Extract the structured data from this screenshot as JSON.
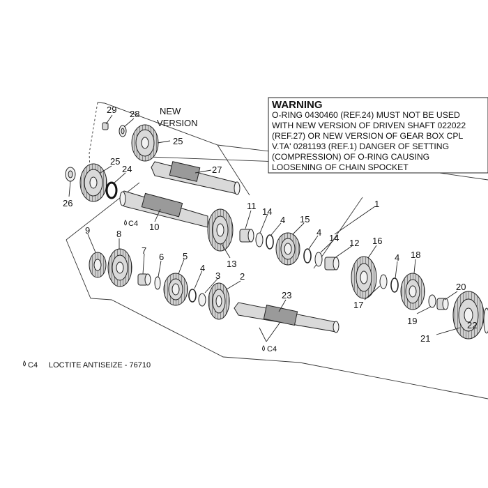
{
  "warning": {
    "title": "WARNING",
    "lines": [
      "O-RING 0430460 (REF.24) MUST NOT BE USED",
      "WITH NEW VERSION OF DRIVEN SHAFT 022022",
      "(REF.27) OR NEW VERSION OF GEAR BOX CPL",
      "V.TA' 0281193 (REF.1) DANGER OF SETTING",
      "(COMPRESSION) OF O-RING CAUSING",
      "LOOSENING OF CHAIN SPOCKET"
    ]
  },
  "new_version": {
    "line1": "NEW",
    "line2": "VERSION"
  },
  "legend": {
    "code": "C4",
    "text": "LOCTITE ANTISEIZE - 76710"
  },
  "shaft_labels": {
    "shaft10_code": "C4",
    "shaft23_code": "C4"
  },
  "callouts": {
    "c1": "1",
    "c2": "2",
    "c3": "3",
    "c4a": "4",
    "c4b": "4",
    "c4c": "4",
    "c4d": "4",
    "c5": "5",
    "c6": "6",
    "c7": "7",
    "c8": "8",
    "c9": "9",
    "c10": "10",
    "c11": "11",
    "c12": "12",
    "c13": "13",
    "c14a": "14",
    "c14b": "14",
    "c15": "15",
    "c16": "16",
    "c17": "17",
    "c18": "18",
    "c19": "19",
    "c20": "20",
    "c21": "21",
    "c22": "22",
    "c23": "23",
    "c24": "24",
    "c25a": "25",
    "c25b": "25",
    "c26": "26",
    "c27": "27",
    "c28": "28",
    "c29": "29"
  }
}
